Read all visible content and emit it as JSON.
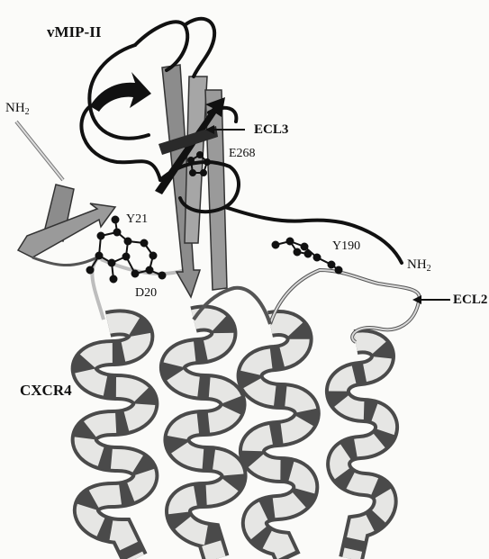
{
  "labels": {
    "vmip": "vMIP-II",
    "nh2_chemokine": "NH",
    "nh2_chemokine_sub": "2",
    "nh2_receptor": "NH",
    "nh2_receptor_sub": "2",
    "ecl3": "ECL3",
    "ecl2": "ECL2",
    "e268": "E268",
    "y21": "Y21",
    "d20": "D20",
    "y190": "Y190",
    "cxcr4": "CXCR4"
  },
  "colors": {
    "chemokine_ribbon": "#111111",
    "helix_light": "#e4e4e2",
    "helix_dark": "#4a4a4a",
    "sheet": "#8c8c8c",
    "loop": "#bdbdbd"
  }
}
